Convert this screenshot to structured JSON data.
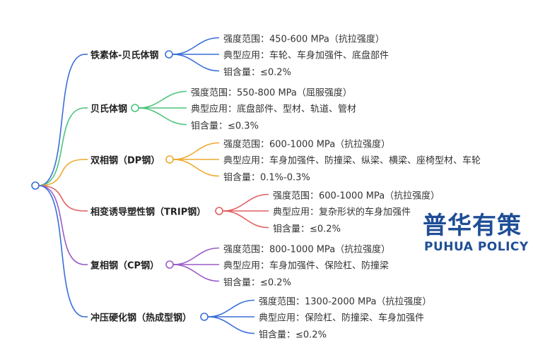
{
  "branches": [
    {
      "label": "铁素体-贝氏体钢",
      "color": "#3a6fd8",
      "items": [
        "强度范围：450-600 MPa（抗拉强度）",
        "典型应用：车轮、车身加强件、底盘部件",
        "钼含量：≤0.2%"
      ]
    },
    {
      "label": "贝氏体钢",
      "color": "#4cc47a",
      "items": [
        "强度范围：550-800 MPa（屈服强度）",
        "典型应用：底盘部件、型材、轨道、管材",
        "钼含量：≤0.3%"
      ]
    },
    {
      "label": "双相钢（DP钢）",
      "color": "#f0a830",
      "items": [
        "强度范围：600-1000 MPa（抗拉强度）",
        "典型应用：车身加强件、防撞梁、纵梁、横梁、座椅型材、车轮",
        "钼含量：0.1%-0.3%"
      ]
    },
    {
      "label": "相变诱导塑性钢（TRIP钢）",
      "color": "#e06060",
      "items": [
        "强度范围：600-1000 MPa（抗拉强度）",
        "典型应用：复杂形状的车身加强件",
        "钼含量：≤0.2%"
      ]
    },
    {
      "label": "复相钢（CP钢）",
      "color": "#9a5cc8",
      "items": [
        "强度范围：800-1000 MPa（抗拉强度）",
        "典型应用：车身加强件、保险杠、防撞梁",
        "钼含量：≤0.2%"
      ]
    },
    {
      "label": "冲压硬化钢（热成型钢）",
      "color": "#3a6fd8",
      "items": [
        "强度范围：1300-2000 MPa（抗拉强度）",
        "典型应用：保险杠、防撞梁、车身加强件",
        "钼含量：≤0.2%"
      ]
    }
  ],
  "root_color": "#3a6fd8",
  "watermark": {
    "cn": "普华有策",
    "en": "PUHUA POLICY"
  }
}
